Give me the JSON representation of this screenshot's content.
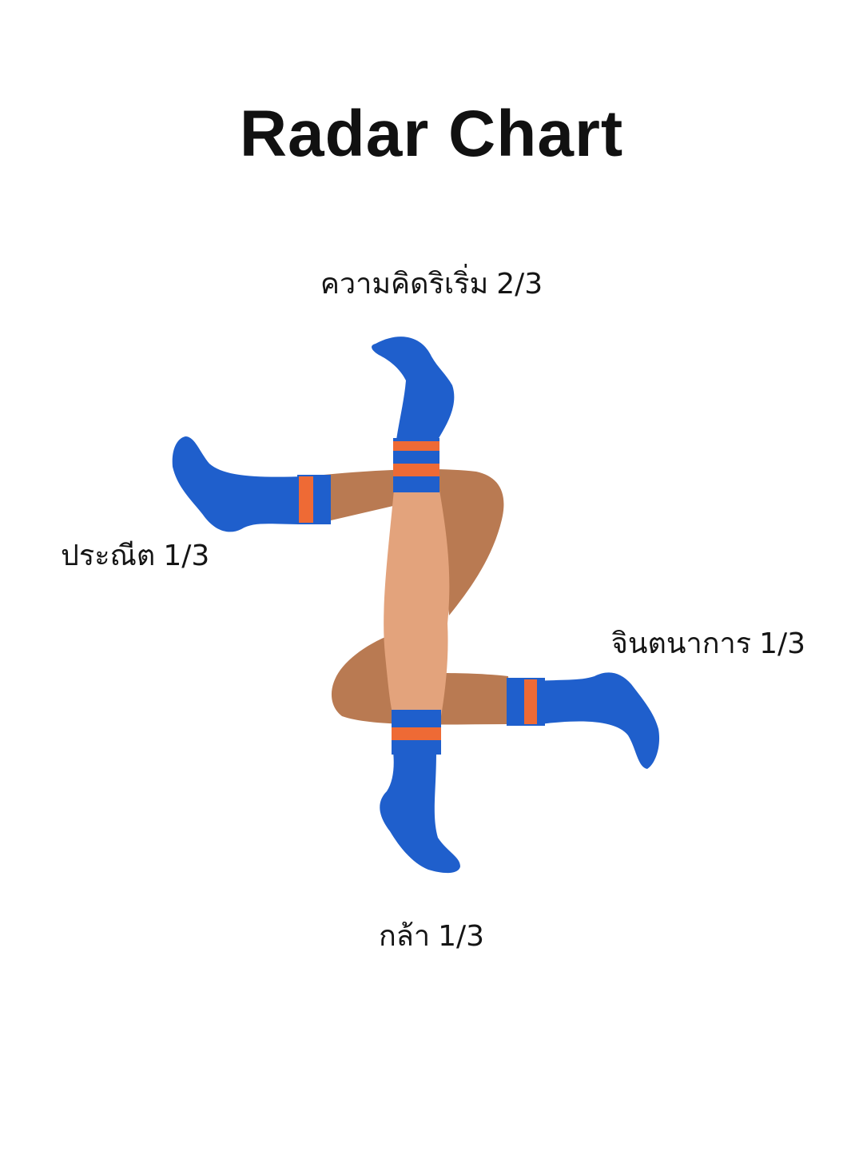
{
  "title": "Radar Chart",
  "axes": [
    {
      "name": "ความคิดริเริ่ม",
      "value": "2/3"
    },
    {
      "name": "ประณีต",
      "value": "1/3"
    },
    {
      "name": "จินตนาการ",
      "value": "1/3"
    },
    {
      "name": "กล้า",
      "value": "1/3"
    }
  ],
  "colors": {
    "sock": "#1f5fcc",
    "stripe": "#ee6a35",
    "skin_dark": "#b97a52",
    "skin_light": "#e3a37c",
    "background": "#ffffff"
  },
  "illustration": "four-socked-legs-pinwheel"
}
